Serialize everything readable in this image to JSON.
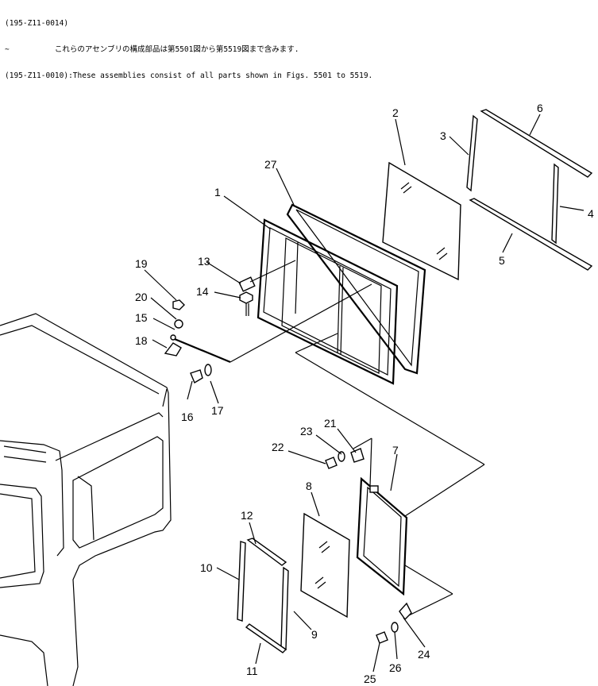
{
  "header": {
    "line1": "(195-Z11-0014)",
    "line2": "~          これらのアセンブリの構成部品は第5501図から第5519図まで含みます.",
    "line3": "(195-Z11-0010):These assemblies consist of all parts shown in Figs. 5501 to 5519."
  },
  "callouts": [
    {
      "id": "1",
      "label": "1"
    },
    {
      "id": "2",
      "label": "2"
    },
    {
      "id": "3",
      "label": "3"
    },
    {
      "id": "4",
      "label": "4"
    },
    {
      "id": "5",
      "label": "5"
    },
    {
      "id": "6",
      "label": "6"
    },
    {
      "id": "7",
      "label": "7"
    },
    {
      "id": "8",
      "label": "8"
    },
    {
      "id": "9",
      "label": "9"
    },
    {
      "id": "10",
      "label": "10"
    },
    {
      "id": "11",
      "label": "11"
    },
    {
      "id": "12",
      "label": "12"
    },
    {
      "id": "13",
      "label": "13"
    },
    {
      "id": "14",
      "label": "14"
    },
    {
      "id": "15",
      "label": "15"
    },
    {
      "id": "16",
      "label": "16"
    },
    {
      "id": "17",
      "label": "17"
    },
    {
      "id": "18",
      "label": "18"
    },
    {
      "id": "19",
      "label": "19"
    },
    {
      "id": "20",
      "label": "20"
    },
    {
      "id": "21",
      "label": "21"
    },
    {
      "id": "22",
      "label": "22"
    },
    {
      "id": "23",
      "label": "23"
    },
    {
      "id": "24",
      "label": "24"
    },
    {
      "id": "25",
      "label": "25"
    },
    {
      "id": "26",
      "label": "26"
    },
    {
      "id": "27",
      "label": "27"
    }
  ]
}
